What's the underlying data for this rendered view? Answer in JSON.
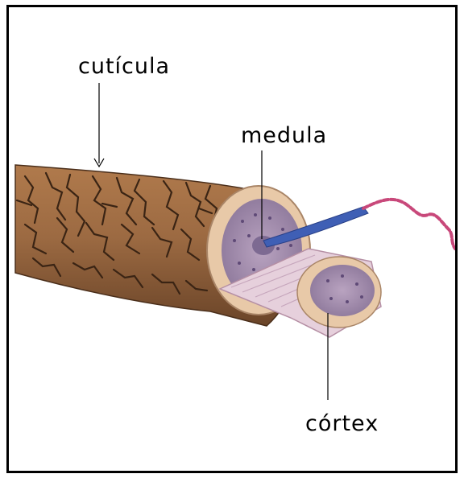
{
  "diagram": {
    "labels": {
      "cuticle": "cutícula",
      "medulla": "medula",
      "cortex": "córtex"
    },
    "colors": {
      "cuticle": "#9c6a42",
      "cuticle_cracks": "#3a2414",
      "cross_section": "#e8c9a8",
      "cortex_core": "#9f8aa8",
      "medulla_core": "#7d6a92",
      "nerve_blue": "#3f5fb5",
      "nerve_pink": "#c8487a",
      "frame": "#000000"
    }
  }
}
